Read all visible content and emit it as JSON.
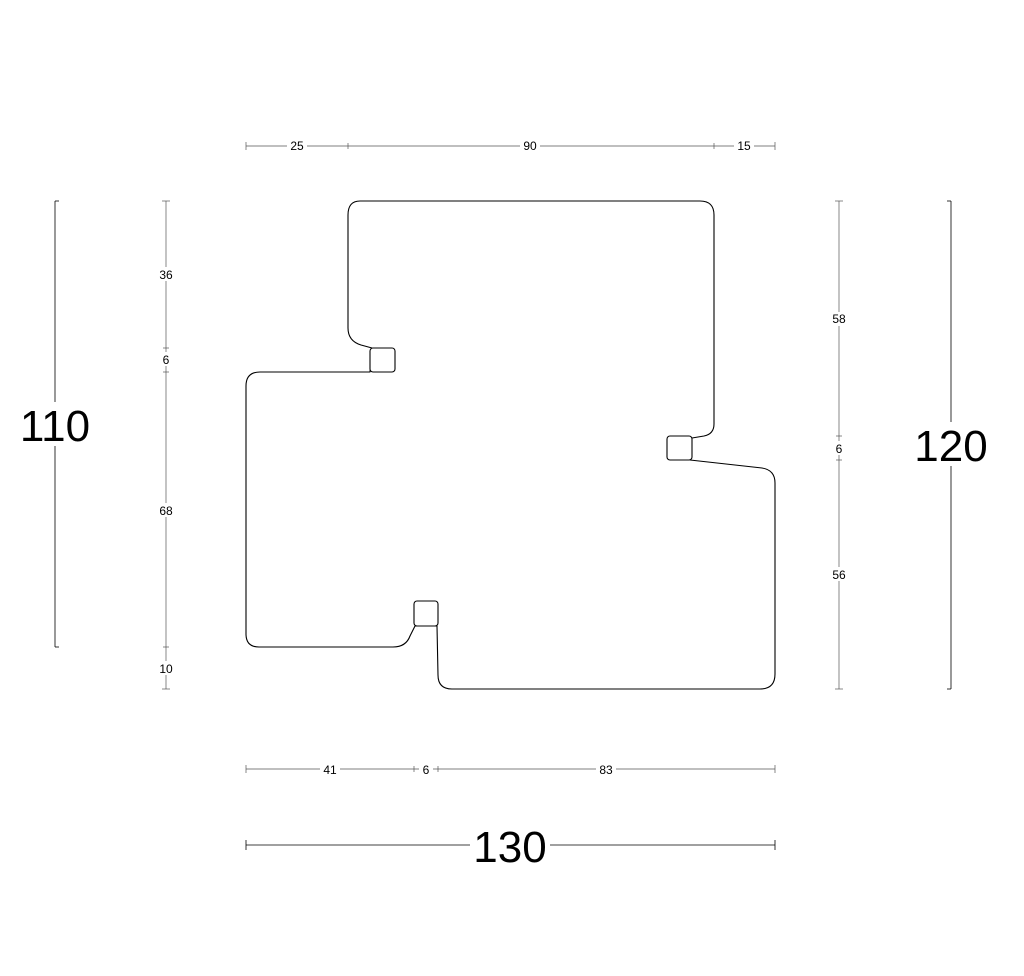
{
  "drawing": {
    "top_segments": [
      "25",
      "90",
      "15"
    ],
    "bottom_segments": [
      "41",
      "6",
      "83"
    ],
    "left_segments": [
      "36",
      "6",
      "68",
      "10"
    ],
    "right_segments": [
      "58",
      "6",
      "56"
    ],
    "overall_width": "130",
    "overall_left_height": "110",
    "overall_right_height": "120"
  }
}
